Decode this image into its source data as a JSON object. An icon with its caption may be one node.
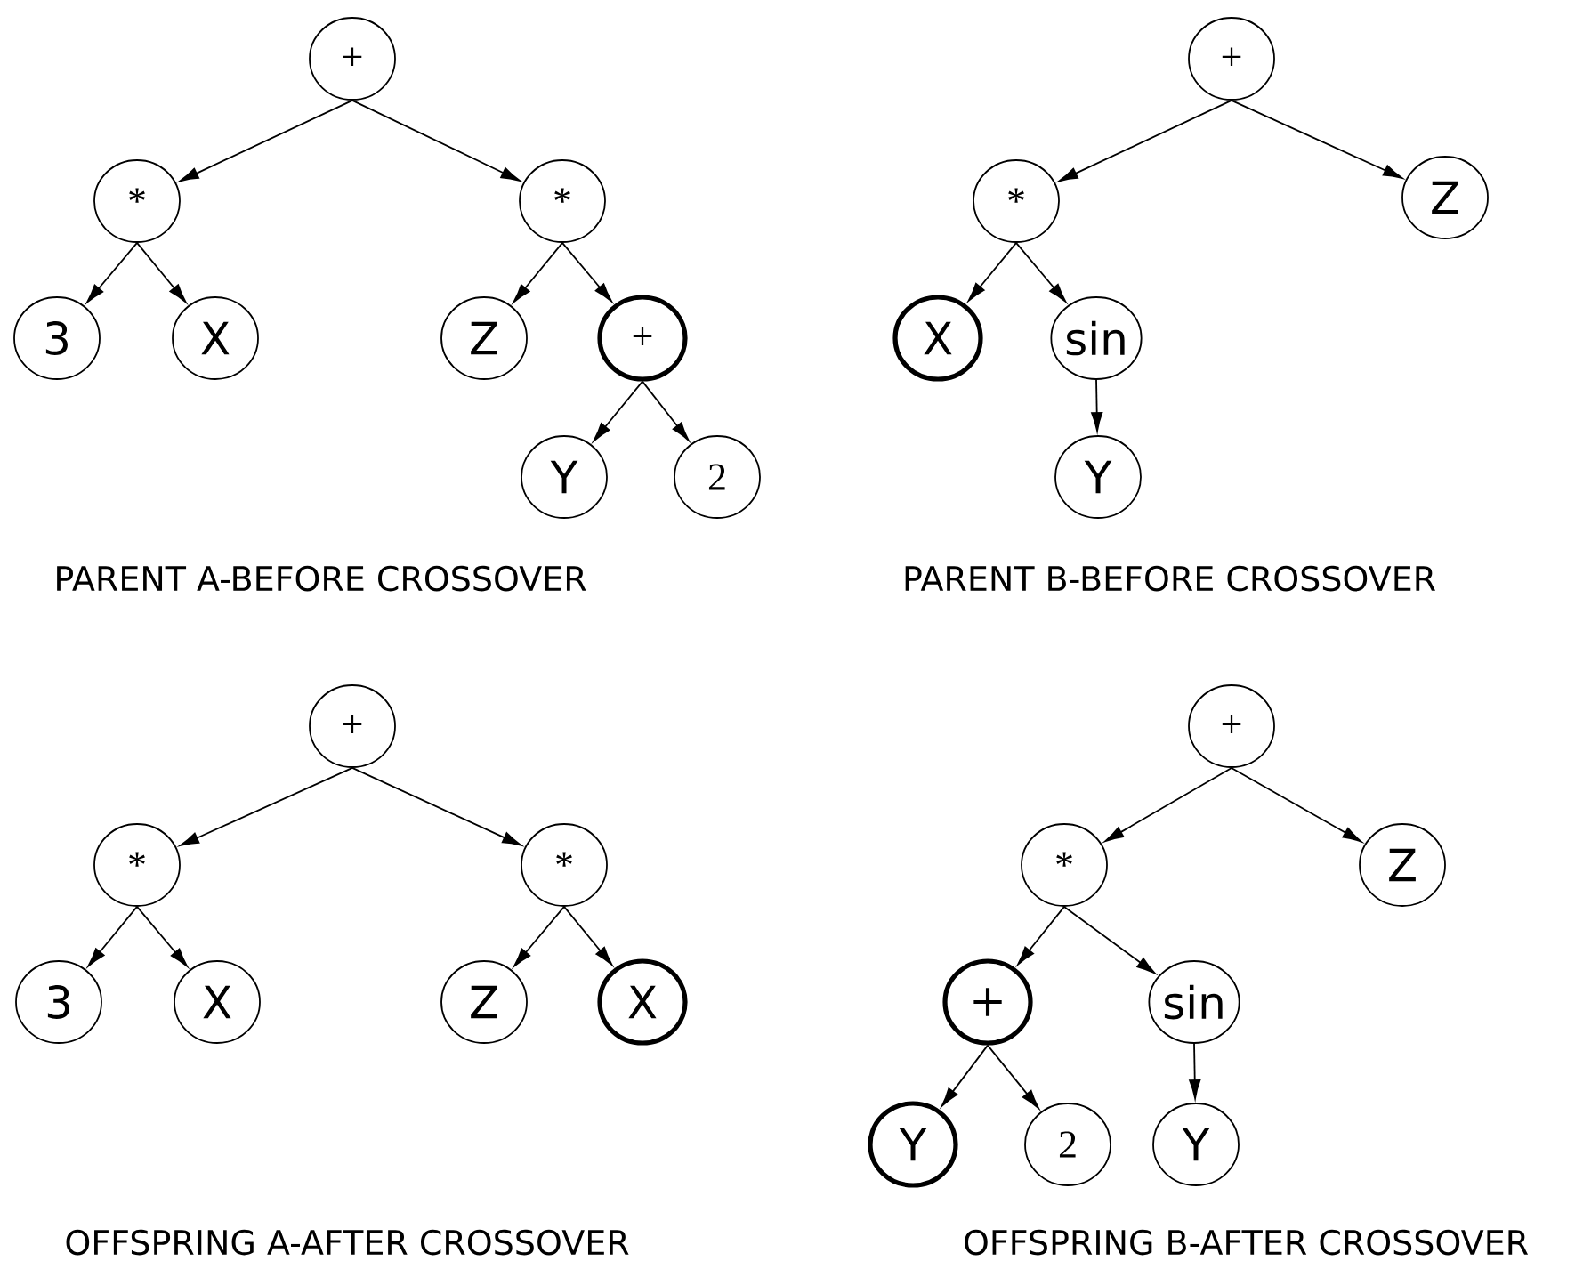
{
  "diagram": {
    "nodes": [
      {
        "text": [
          "+"
        ]
      },
      {
        "text": [
          "*"
        ]
      },
      {
        "text": [
          "*"
        ]
      },
      {
        "text": [
          "3"
        ]
      },
      {
        "text": [
          "X"
        ]
      },
      {
        "text": [
          "Z"
        ]
      },
      {
        "text": [
          "+"
        ]
      },
      {
        "text": [
          "Y"
        ]
      },
      {
        "text": [
          "2"
        ]
      },
      {
        "text": [
          "+"
        ]
      },
      {
        "text": [
          "*"
        ]
      },
      {
        "text": [
          "Z"
        ]
      },
      {
        "text": [
          "X"
        ]
      },
      {
        "text": [
          "sin"
        ]
      },
      {
        "text": [
          "Y"
        ]
      },
      {
        "text": [
          "+"
        ]
      },
      {
        "text": [
          "*"
        ]
      },
      {
        "text": [
          "*"
        ]
      },
      {
        "text": [
          "3"
        ]
      },
      {
        "text": [
          "X"
        ]
      },
      {
        "text": [
          "Z"
        ]
      },
      {
        "text": [
          "X"
        ]
      },
      {
        "text": [
          "+"
        ]
      },
      {
        "text": [
          "*"
        ]
      },
      {
        "text": [
          "Z"
        ]
      },
      {
        "text": [
          "+"
        ]
      },
      {
        "text": [
          "sin"
        ]
      },
      {
        "text": [
          "Y"
        ]
      },
      {
        "text": [
          "2"
        ]
      },
      {
        "text": [
          "Y"
        ]
      }
    ],
    "edges": [
      {
        "from": 0,
        "to": 1,
        "arrow": "to"
      },
      {
        "from": 0,
        "to": 2,
        "arrow": "to"
      },
      {
        "from": 1,
        "to": 3,
        "arrow": "to"
      },
      {
        "from": 1,
        "to": 4,
        "arrow": "to"
      },
      {
        "from": 2,
        "to": 5,
        "arrow": "to"
      },
      {
        "from": 2,
        "to": 6,
        "arrow": "to"
      },
      {
        "from": 6,
        "to": 7,
        "arrow": "to"
      },
      {
        "from": 6,
        "to": 8,
        "arrow": "to"
      },
      {
        "from": 9,
        "to": 10,
        "arrow": "to"
      },
      {
        "from": 9,
        "to": 11,
        "arrow": "to"
      },
      {
        "from": 10,
        "to": 12,
        "arrow": "to"
      },
      {
        "from": 10,
        "to": 13,
        "arrow": "to"
      },
      {
        "from": 13,
        "to": 14,
        "arrow": "to"
      },
      {
        "from": 15,
        "to": 16,
        "arrow": "to"
      },
      {
        "from": 15,
        "to": 17,
        "arrow": "to"
      },
      {
        "from": 16,
        "to": 18,
        "arrow": "to"
      },
      {
        "from": 16,
        "to": 19,
        "arrow": "to"
      },
      {
        "from": 17,
        "to": 20,
        "arrow": "to"
      },
      {
        "from": 17,
        "to": 21,
        "arrow": "to"
      },
      {
        "from": 22,
        "to": 23,
        "arrow": "to"
      },
      {
        "from": 22,
        "to": 24,
        "arrow": "to"
      },
      {
        "from": 23,
        "to": 25,
        "arrow": "to"
      },
      {
        "from": 23,
        "to": 26,
        "arrow": "to"
      },
      {
        "from": 25,
        "to": 27,
        "arrow": "to"
      },
      {
        "from": 25,
        "to": 28,
        "arrow": "to"
      },
      {
        "from": 26,
        "to": 29,
        "arrow": "to"
      }
    ],
    "labels": [
      "PARENT A-BEFORE CROSSOVER",
      "PARENT B-BEFORE CROSSOVER",
      "OFFSPRING A-AFTER CROSSOVER",
      "OFFSPRING B-AFTER CROSSOVER"
    ]
  }
}
